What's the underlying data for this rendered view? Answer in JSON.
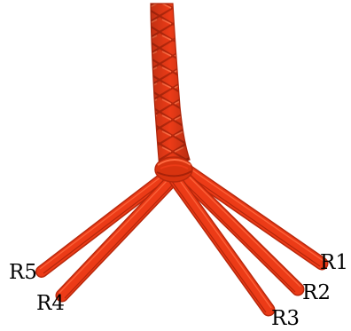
{
  "figure": {
    "labels": {
      "r1": "R1",
      "r2": "R2",
      "r3": "R3",
      "r4": "R4",
      "r5": "R5"
    }
  },
  "colors": {
    "yarn": "#ec3b17",
    "yarn_dark": "#b8280c",
    "yarn_light": "#ff6a40",
    "background": "#ffffff",
    "label_text": "#000000"
  },
  "icons": {
    "illustration": "braided-cord-photo"
  }
}
